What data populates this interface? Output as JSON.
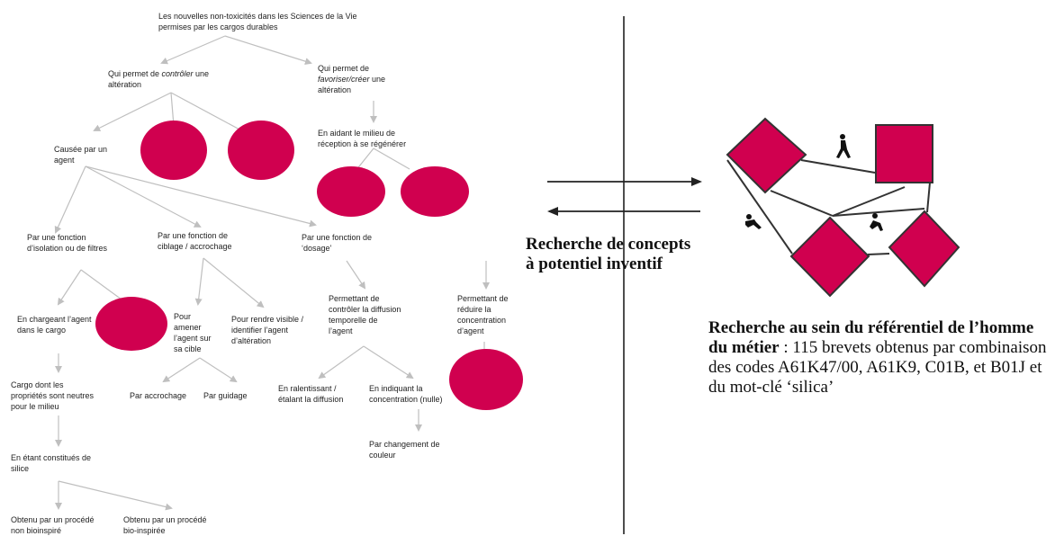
{
  "colors": {
    "accent": "#d0004f",
    "line": "#bfbfbf",
    "ink": "#222222"
  },
  "tree": {
    "root": "Les nouvelles non-toxicités dans les Sciences de la Vie\npermises par les cargos durables",
    "controler": {
      "pre": "Qui permet de ",
      "em": "contrôler",
      "post": " une\naltération"
    },
    "favoriser": {
      "pre": "Qui permet de\n",
      "em": "favoriser/créer",
      "post": " une\naltération"
    },
    "aidant": "En aidant le milieu de\nréception à se régénérer",
    "causee": "Causée par un\nagent",
    "isolation": "Par une fonction\nd’isolation ou de filtres",
    "ciblage": "Par une fonction de\nciblage / accrochage",
    "dosage": "Par une fonction de\n‘dosage’",
    "chargeant": "En chargeant l’agent\ndans le cargo",
    "amener": "Pour\namener\nl’agent sur\nsa cible",
    "visible": "Pour rendre visible /\nidentifier l’agent\nd’altération",
    "controler_diffusion": "Permettant de\ncontrôler la diffusion\ntemporelle de\nl’agent",
    "reduire": "Permettant de\nréduire la\nconcentration\nd’agent",
    "cargo_neutre": "Cargo dont les\npropriétés sont neutres\npour le milieu",
    "accrochage": "Par accrochage",
    "guidage": "Par guidage",
    "ralentissant": "En ralentissant /\nétalant la diffusion",
    "indiquant": "En indiquant la\nconcentration (nulle)",
    "changement": "Par changement de\ncouleur",
    "silice": "En étant constitués de\nsilice",
    "non_bio": "Obtenu par un procédé\nnon bioinspiré",
    "bio": "Obtenu par un procédé\nbio-inspirée"
  },
  "middle": {
    "label": "Recherche de concepts\nà potentiel inventif"
  },
  "right": {
    "icons": [
      "walking-person-icon",
      "falling-person-icon",
      "falling-person-icon"
    ],
    "description_bold": "Recherche au sein du référentiel de l’homme du métier",
    "description_rest": " : 115 brevets obtenus par combinaison des codes A61K47/00, A61K9, C01B, et B01J et du mot-clé ‘silica’"
  }
}
